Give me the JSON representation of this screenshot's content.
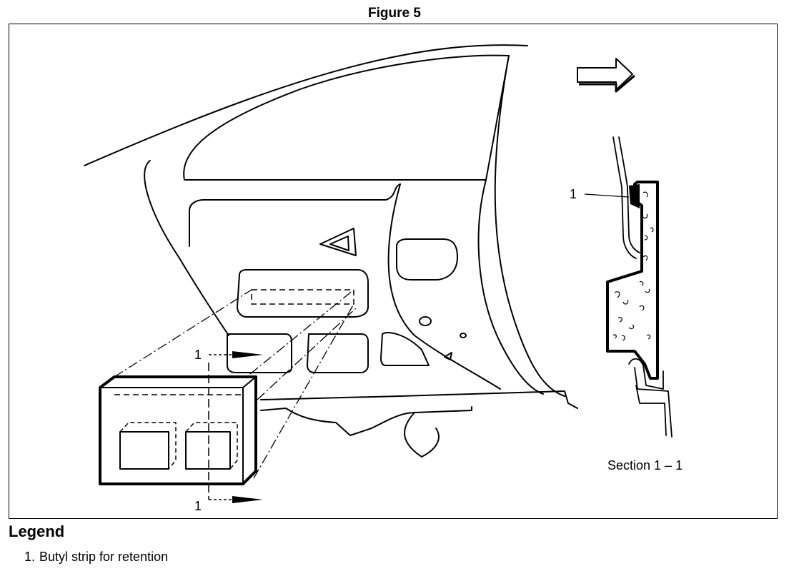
{
  "figure": {
    "title": "Figure 5"
  },
  "callouts": {
    "section_cut_label": "1",
    "section_detail_label": "1",
    "section_caption": "Section 1 – 1"
  },
  "legend": {
    "title": "Legend",
    "items": [
      {
        "number": "1.",
        "text": "Butyl strip for retention"
      }
    ]
  }
}
